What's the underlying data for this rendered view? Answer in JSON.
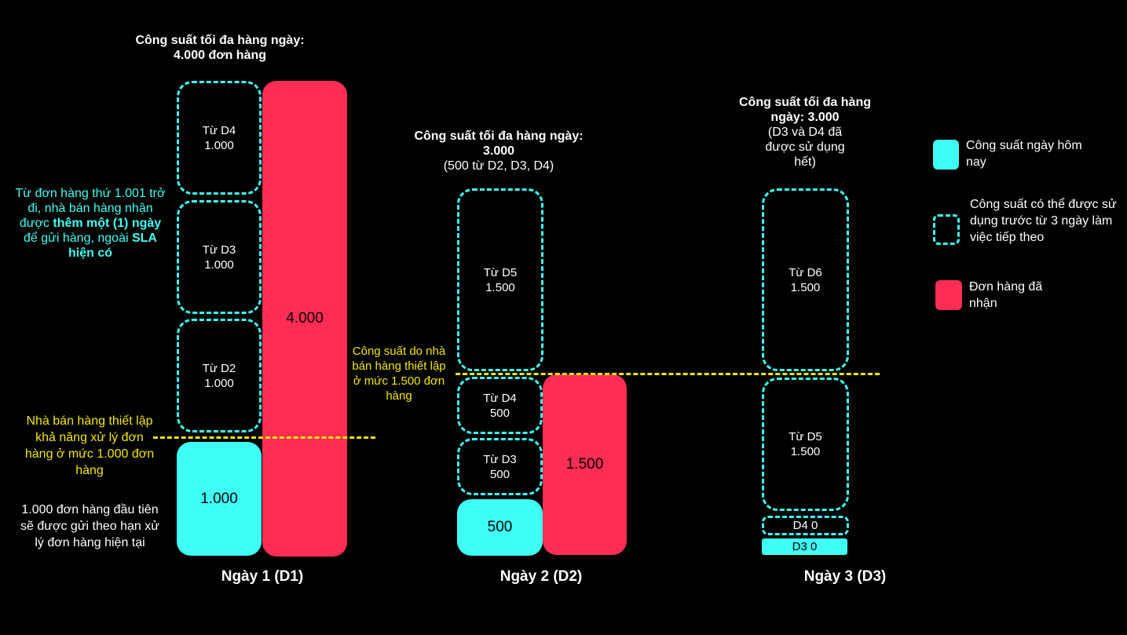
{
  "colors": {
    "today_capacity": "#3ffff5",
    "orders_received": "#ff2d55",
    "threshold": "#f5e600"
  },
  "left_notes": {
    "cyan_note": {
      "part1": "Từ đơn hàng thứ 1.001 trở đi, nhà bán hàng nhận được ",
      "bold1": "thêm một (1) ngày",
      "part2": " để gửi hàng, ngoài ",
      "bold2": "SLA hiện có"
    },
    "yellow_note": "Nhà bán hàng thiết lập khả năng xử lý đơn hàng ở mức 1.000 đơn hàng",
    "white_note": "1.000 đơn hàng đầu tiên sẽ được gửi theo hạn xử lý đơn hàng hiện tại"
  },
  "day1": {
    "title": "Công suất tối đa hàng ngày: 4.000 đơn hàng",
    "label": "Ngày 1 (D1)",
    "dashed": [
      {
        "from": "Từ D4",
        "value": "1.000"
      },
      {
        "from": "Từ D3",
        "value": "1.000"
      },
      {
        "from": "Từ D2",
        "value": "1.000"
      }
    ],
    "today": "1.000",
    "orders": "4.000"
  },
  "day2": {
    "title": "Công suất tối đa hàng ngày: 3.000",
    "subtitle": "(500 từ D2, D3, D4)",
    "label": "Ngày 2 (D2)",
    "yellow_note": "Công suất do nhà bán hàng thiết lập ở mức 1.500 đơn hàng",
    "dashed": [
      {
        "from": "Từ D5",
        "value": "1.500"
      },
      {
        "from": "Từ D4",
        "value": "500"
      },
      {
        "from": "Từ D3",
        "value": "500"
      }
    ],
    "today": "500",
    "orders": "1.500"
  },
  "day3": {
    "title": "Công suất tối đa hàng ngày: 3.000",
    "subtitle": "(D3 và D4 đã được sử dụng hết)",
    "label": "Ngày 3 (D3)",
    "dashed": [
      {
        "from": "Từ D6",
        "value": "1.500"
      },
      {
        "from": "Từ D5",
        "value": "1.500"
      },
      {
        "from": "D4 0"
      }
    ],
    "today": "D3 0"
  },
  "legend": [
    {
      "label": "Công suất ngày hôm nay"
    },
    {
      "label": "Công suất có thể được sử dụng trước từ 3 ngày làm việc tiếp theo"
    },
    {
      "label": "Đơn hàng đã nhận"
    }
  ]
}
